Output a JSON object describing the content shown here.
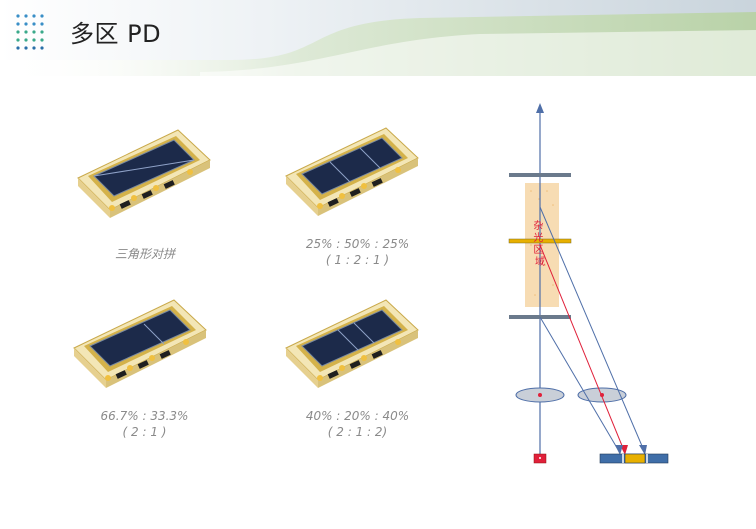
{
  "header": {
    "title": "多区 PD"
  },
  "panels": [
    {
      "caption_line1": "三角形对拼",
      "caption_line2": ""
    },
    {
      "caption_line1": "25% : 50% : 25%",
      "caption_line2": "( 1 : 2 : 1 )"
    },
    {
      "caption_line1": "66.7% : 33.3%",
      "caption_line2": "( 2 : 1 )"
    },
    {
      "caption_line1": "40% : 20% : 40%",
      "caption_line2": "( 2 : 1 : 2)"
    }
  ],
  "diagram": {
    "region_label": "杂光区域",
    "colors": {
      "axis": "#4f6fa8",
      "plate": "#6b7a8c",
      "aperture": "#e8b000",
      "ray_red": "#e0203a",
      "ray_blue": "#4f6fa8",
      "haze": "#f6d6a6"
    }
  }
}
